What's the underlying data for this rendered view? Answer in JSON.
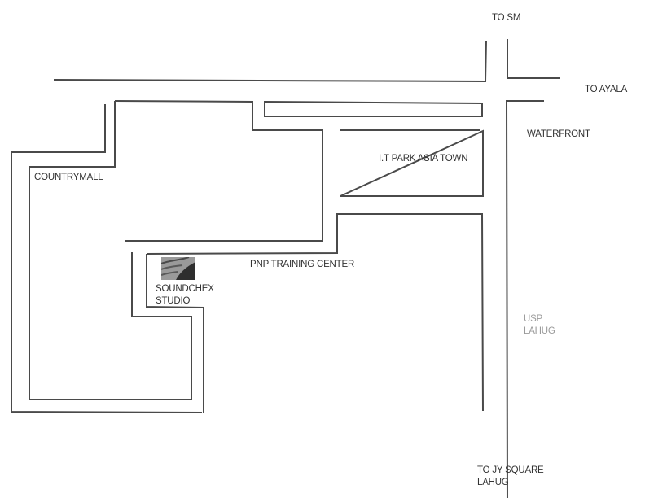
{
  "map": {
    "type": "hand-drawn location sketch map",
    "labels": {
      "to_sm": "TO SM",
      "to_ayala": "TO AYALA",
      "waterfront": "WATERFRONT",
      "it_park": "I.T PARK ASIA TOWN",
      "countrymall": "COUNTRYMALL",
      "pnp": "PNP TRAINING CENTER",
      "soundchex_line1": "SOUNDCHEX",
      "soundchex_line2": "STUDIO",
      "usp_line1": "USP",
      "usp_line2": "LAHUG",
      "jy_line1": "TO JY SQUARE",
      "jy_line2": "LAHUG"
    },
    "markers": {
      "destination": "SOUNDCHEX STUDIO",
      "destination_icon": "soundchex-logo-icon"
    },
    "colors": {
      "road_stroke": "#4a4a4a",
      "label_text": "#333333",
      "faded_label_text": "#9a9a9a",
      "background": "#ffffff"
    }
  }
}
